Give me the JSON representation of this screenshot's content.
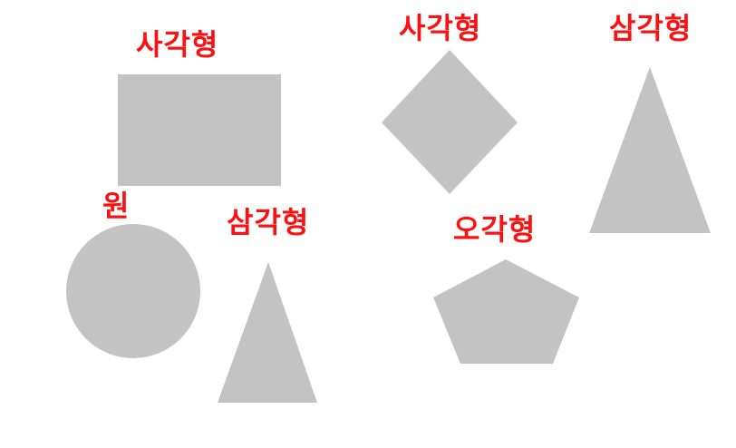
{
  "shape_fill": "#c3c3c3",
  "label_color": "#ff1010",
  "shapes": [
    {
      "id": "rectangle",
      "kind": "rectangle",
      "label": "사각형"
    },
    {
      "id": "diamond",
      "kind": "square-rotated",
      "label": "사각형"
    },
    {
      "id": "triangle-right",
      "kind": "triangle",
      "label": "삼각형"
    },
    {
      "id": "circle",
      "kind": "circle",
      "label": "원"
    },
    {
      "id": "triangle-left",
      "kind": "triangle",
      "label": "삼각형"
    },
    {
      "id": "pentagon",
      "kind": "pentagon",
      "label": "오각형"
    }
  ]
}
